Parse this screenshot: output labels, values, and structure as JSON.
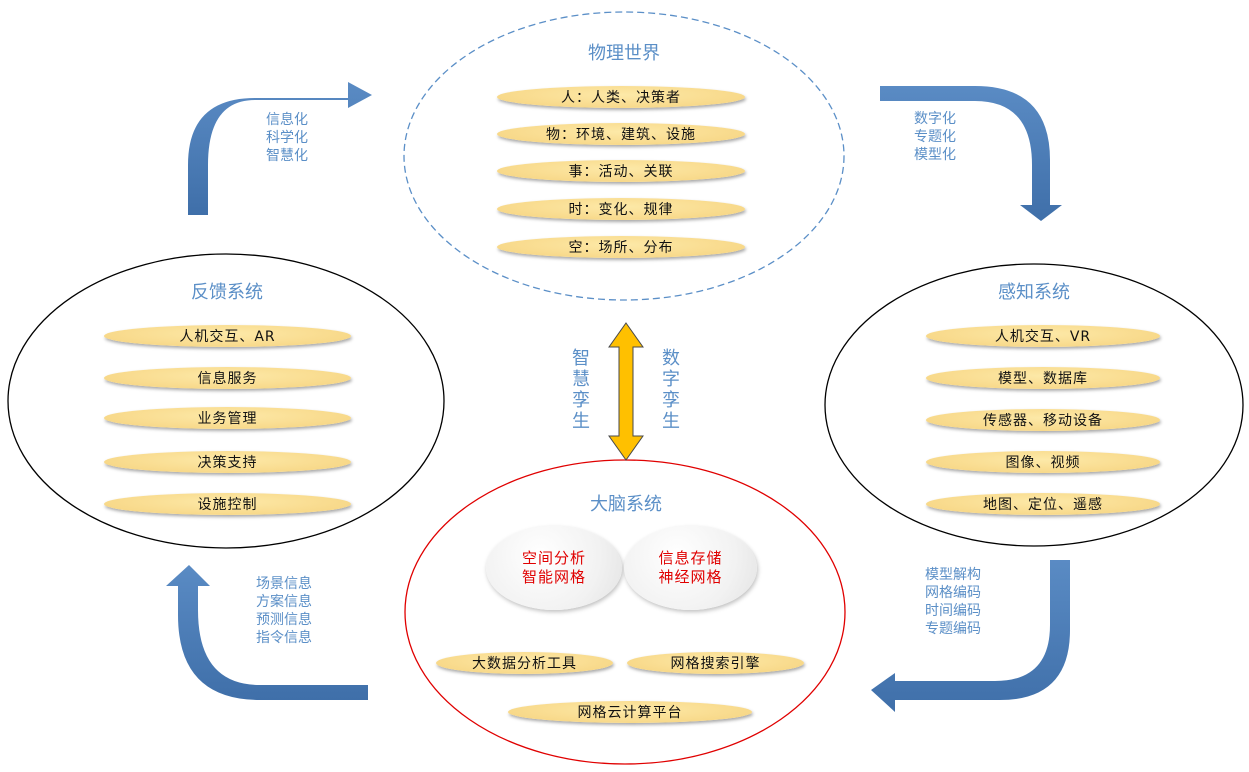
{
  "physical_world": {
    "title": "物理世界",
    "items": [
      "人：人类、决策者",
      "物：环境、建筑、设施",
      "事：活动、关联",
      "时：变化、规律",
      "空：场所、分布"
    ]
  },
  "perception_system": {
    "title": "感知系统",
    "items": [
      "人机交互、VR",
      "模型、数据库",
      "传感器、移动设备",
      "图像、视频",
      "地图、定位、遥感"
    ]
  },
  "feedback_system": {
    "title": "反馈系统",
    "items": [
      "人机交互、AR",
      "信息服务",
      "业务管理",
      "决策支持",
      "设施控制"
    ]
  },
  "brain_system": {
    "title": "大脑系统",
    "bubbles": [
      {
        "line1": "空间分析",
        "line2": "智能网格"
      },
      {
        "line1": "信息存储",
        "line2": "神经网格"
      }
    ],
    "tools": [
      "大数据分析工具",
      "网格搜索引擎"
    ],
    "platform": "网格云计算平台"
  },
  "arrows": {
    "top_left": [
      "信息化",
      "科学化",
      "智慧化"
    ],
    "top_right": [
      "数字化",
      "专题化",
      "模型化"
    ],
    "bottom_right": [
      "模型解构",
      "网格编码",
      "时间编码",
      "专题编码"
    ],
    "bottom_left": [
      "场景信息",
      "方案信息",
      "预测信息",
      "指令信息"
    ]
  },
  "twin": {
    "left": "智慧孪生",
    "right": "数字孪生"
  },
  "colors": {
    "arrow_blue": "#4f81bd",
    "label_blue": "#5b8fc7",
    "pill_fill": "#f8d98a",
    "twin_arrow": "#ffc000",
    "brain_border": "#e00000",
    "physical_border": "#5b8fc7"
  }
}
